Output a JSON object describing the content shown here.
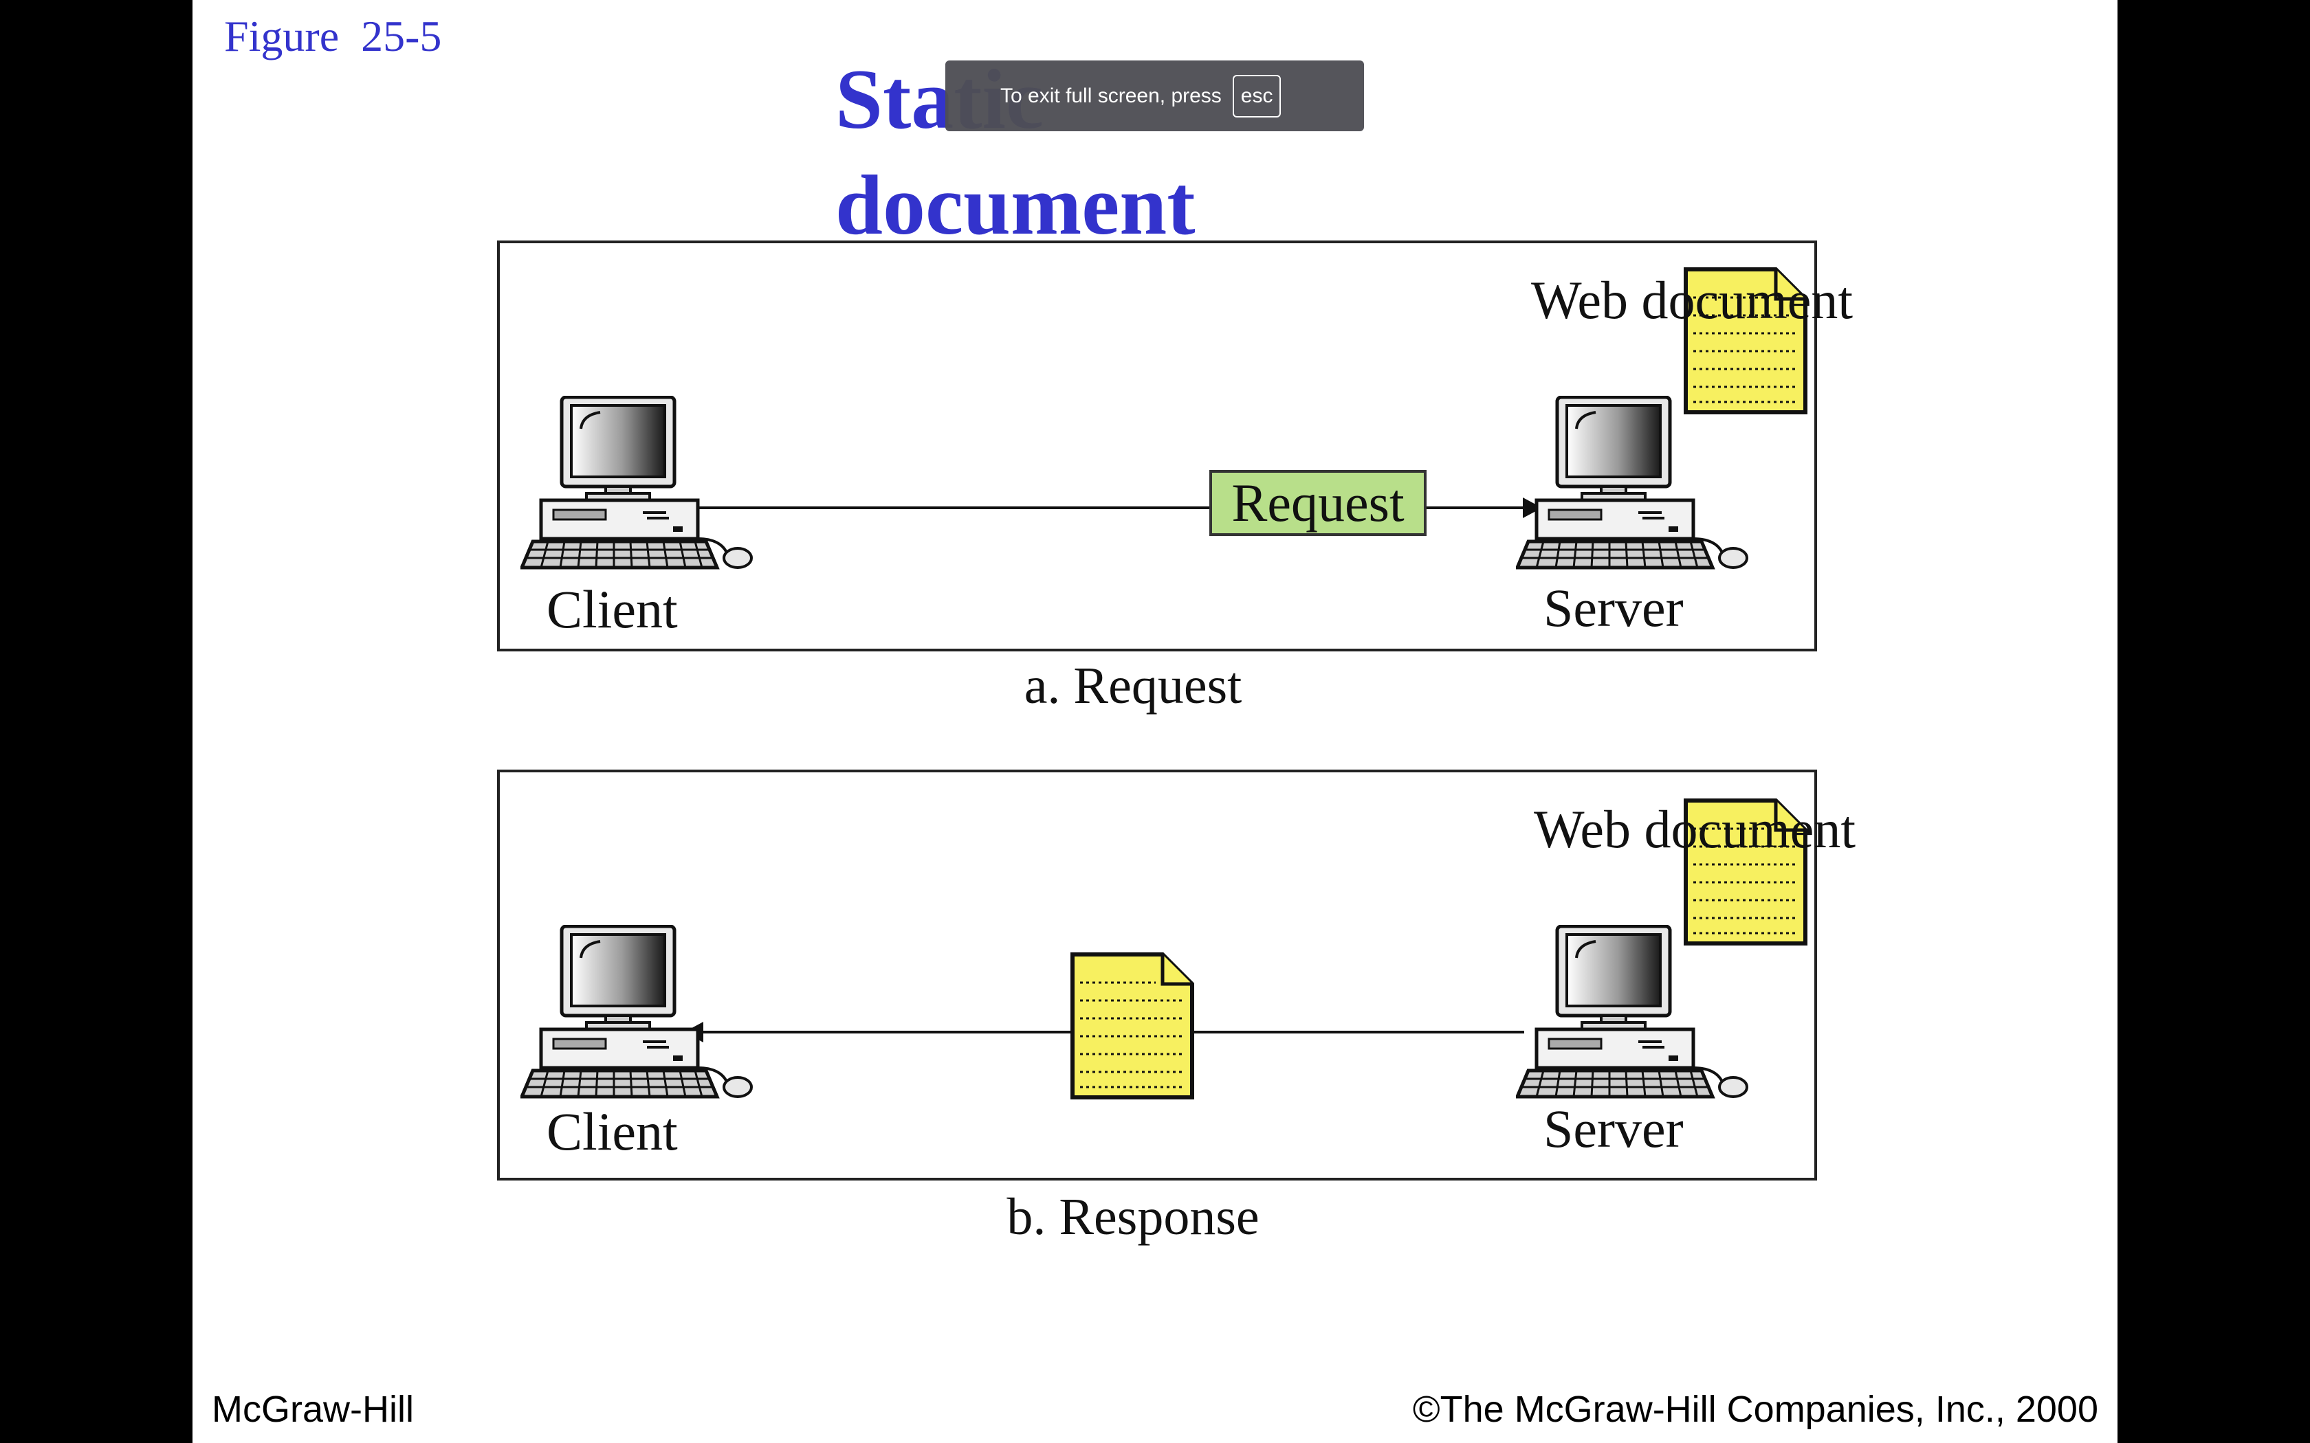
{
  "slide": {
    "figure_label": "Figure  25-5",
    "title_lines": [
      "Static",
      "document"
    ],
    "footer_left": "McGraw-Hill",
    "footer_right": "©The McGraw-Hill Companies, Inc., 2000"
  },
  "panels": {
    "request": {
      "doc_label": "Web document",
      "client_label": "Client",
      "server_label": "Server",
      "message_label": "Request",
      "caption": "a. Request"
    },
    "response": {
      "doc_label": "Web document",
      "client_label": "Client",
      "server_label": "Server",
      "caption": "b. Response"
    }
  },
  "overlay": {
    "fullscreen_text": "To exit full screen, press",
    "key_label": "esc"
  },
  "colors": {
    "title": "#3333cc",
    "document_fill": "#f7f060",
    "request_box_fill": "#b8df8a"
  },
  "icons": [
    "computer-icon",
    "document-icon",
    "arrow-icon"
  ]
}
